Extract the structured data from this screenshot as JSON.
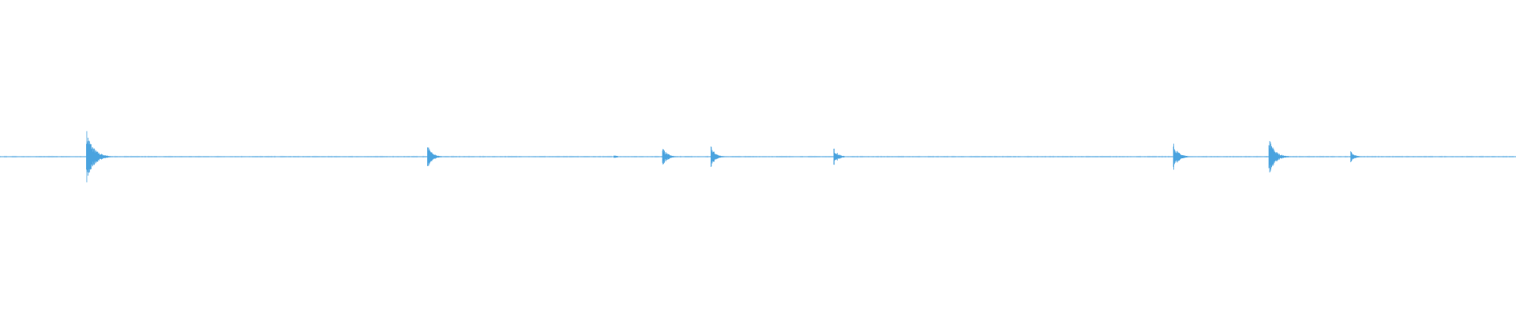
{
  "waveform": {
    "color": "#4aa3df",
    "background": "#ffffff",
    "transients": [
      {
        "time": 0.057,
        "amplitude": 0.18
      },
      {
        "time": 0.282,
        "amplitude": 0.08
      },
      {
        "time": 0.405,
        "amplitude": 0.015
      },
      {
        "time": 0.437,
        "amplitude": 0.07
      },
      {
        "time": 0.469,
        "amplitude": 0.07
      },
      {
        "time": 0.55,
        "amplitude": 0.06
      },
      {
        "time": 0.774,
        "amplitude": 0.09
      },
      {
        "time": 0.837,
        "amplitude": 0.13
      },
      {
        "time": 0.891,
        "amplitude": 0.04
      }
    ]
  }
}
